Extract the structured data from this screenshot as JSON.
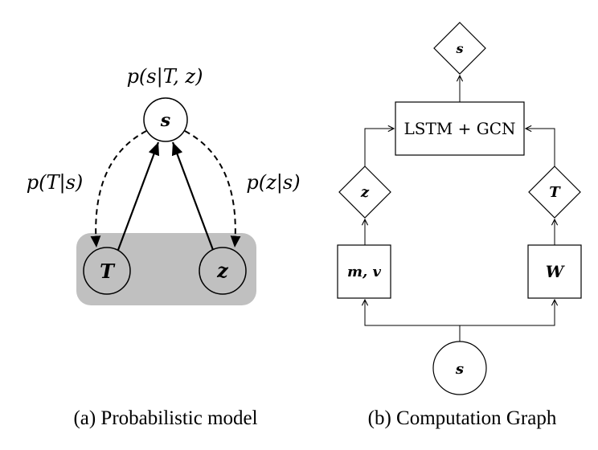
{
  "panel_a": {
    "caption": "(a) Probabilistic model",
    "nodes": {
      "s": "s",
      "T": "T",
      "z": "z"
    },
    "labels": {
      "p_s_given_Tz": "p(s|T, z)",
      "p_T_given_s": "p(T|s)",
      "p_z_given_s": "p(z|s)"
    },
    "colors": {
      "observed_plate": "#c0c0c0",
      "stroke": "#000000"
    }
  },
  "panel_b": {
    "caption": "(b) Computation Graph",
    "nodes": {
      "s_out": "s",
      "lstm_gcn": "LSTM + GCN",
      "z": "z",
      "T": "T",
      "m_v": "m, v",
      "W": "W",
      "s_in": "s"
    }
  }
}
